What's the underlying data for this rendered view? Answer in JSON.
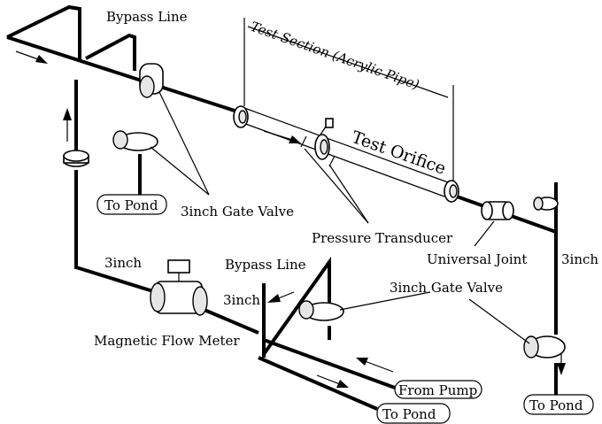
{
  "labels": {
    "bypass_line_top": "Bypass Line",
    "test_section": "Test Section (Acrylic Pipe)",
    "test_orifice": "Test Orifice",
    "to_pond_top": "To Pond",
    "gate_valve_top": "3inch Gate Valve",
    "pressure_transducer": "Pressure Transducer",
    "universal_joint": "Universal Joint",
    "size_right": "3inch",
    "size_left": "3inch",
    "bypass_line_bottom": "Bypass Line",
    "size_mid": "3inch",
    "gate_valve_bottom": "3inch Gate Valve",
    "magnetic_flow_meter": "Magnetic Flow Meter",
    "from_pump": "From Pump",
    "to_pond_bottom": "To Pond",
    "to_pond_right": "To Pond"
  },
  "colors": {
    "line": "#000000",
    "background": "#ffffff",
    "device_shade": "#e6e6e6"
  }
}
